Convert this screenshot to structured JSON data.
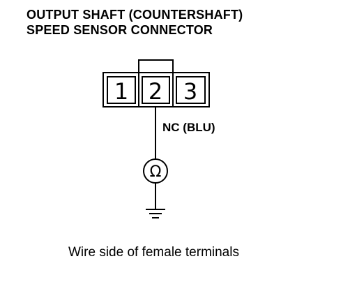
{
  "header": {
    "title_line_1": "OUTPUT SHAFT (COUNTERSHAFT)",
    "title_line_2": "SPEED SENSOR CONNECTOR"
  },
  "connector": {
    "pins": [
      {
        "label": "1"
      },
      {
        "label": "2"
      },
      {
        "label": "3"
      }
    ],
    "probed_pin": "2"
  },
  "wire": {
    "label": "NC (BLU)"
  },
  "meter": {
    "symbol": "Ω",
    "icon": "ohmmeter-icon"
  },
  "ground": {
    "icon": "ground-symbol-icon"
  },
  "caption": "Wire side of female terminals"
}
